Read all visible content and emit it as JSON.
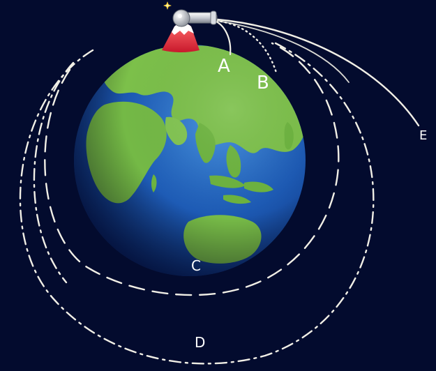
{
  "diagram": {
    "title": "",
    "background_color": "#030b2e",
    "trajectory_color": "#f1efe6",
    "labels": {
      "a": "A",
      "b": "B",
      "c": "C",
      "d": "D",
      "e": "E"
    },
    "elements": {
      "earth": "earth-globe",
      "mountain": "snow-capped-mountain",
      "cannon": "cannon-icon",
      "muzzle_flash": "star-flash-icon"
    }
  }
}
